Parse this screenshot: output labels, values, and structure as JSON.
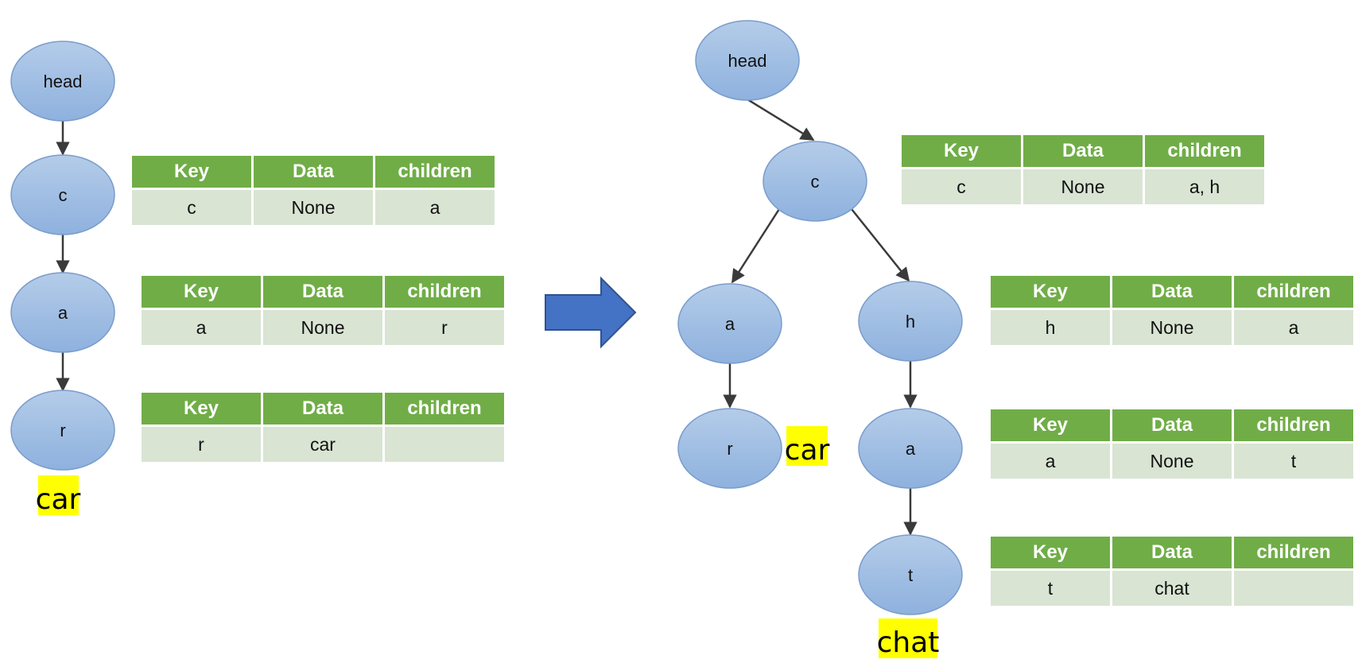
{
  "colors": {
    "node_fill_top": "#b4cce9",
    "node_fill_bottom": "#8eb1de",
    "node_stroke": "#7a9ccc",
    "edge": "#3a3a3a",
    "table_header": "#70ad47",
    "table_cell": "#d9e4d3",
    "big_arrow": "#4472c4",
    "highlight": "#ffff00"
  },
  "left_trie": {
    "nodes": [
      "head",
      "c",
      "a",
      "r"
    ],
    "word": "car"
  },
  "right_trie": {
    "nodes": [
      "head",
      "c",
      "a",
      "h",
      "r",
      "a",
      "t"
    ],
    "words": [
      "car",
      "chat"
    ]
  },
  "transform_arrow": "right-arrow",
  "tables": [
    {
      "headers": [
        "Key",
        "Data",
        "children"
      ],
      "row": [
        "c",
        "None",
        "a"
      ]
    },
    {
      "headers": [
        "Key",
        "Data",
        "children"
      ],
      "row": [
        "a",
        "None",
        "r"
      ]
    },
    {
      "headers": [
        "Key",
        "Data",
        "children"
      ],
      "row": [
        "r",
        "car",
        ""
      ]
    },
    {
      "headers": [
        "Key",
        "Data",
        "children"
      ],
      "row": [
        "c",
        "None",
        "a, h"
      ]
    },
    {
      "headers": [
        "Key",
        "Data",
        "children"
      ],
      "row": [
        "h",
        "None",
        "a"
      ]
    },
    {
      "headers": [
        "Key",
        "Data",
        "children"
      ],
      "row": [
        "a",
        "None",
        "t"
      ]
    },
    {
      "headers": [
        "Key",
        "Data",
        "children"
      ],
      "row": [
        "t",
        "chat",
        ""
      ]
    }
  ]
}
